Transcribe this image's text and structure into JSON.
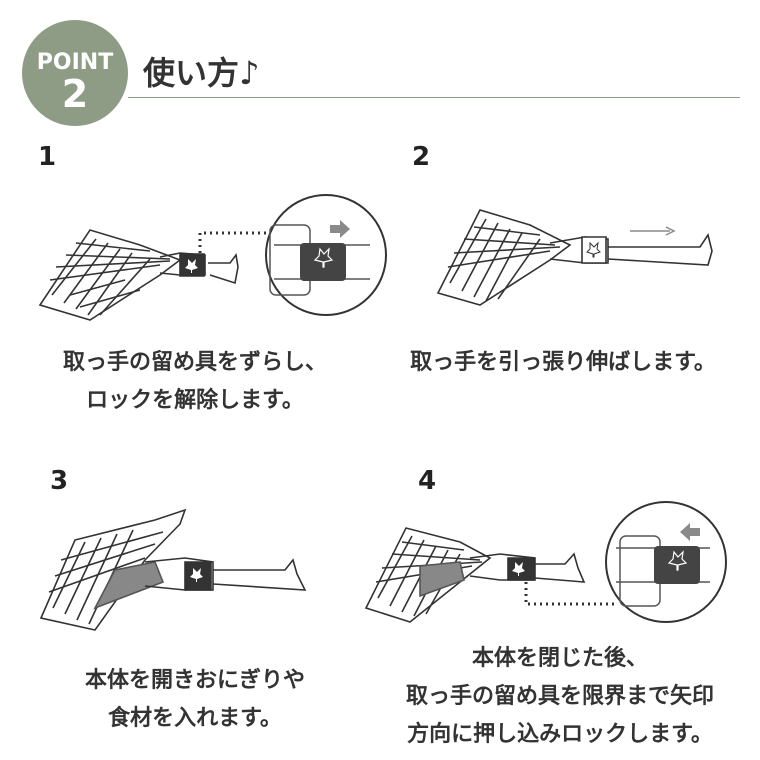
{
  "header": {
    "badge_label": "POINT",
    "badge_number": "2",
    "title": "使い方♪"
  },
  "steps": [
    {
      "number": "1",
      "caption_lines": [
        "取っ手の留め具をずらし、",
        "ロックを解除します。"
      ]
    },
    {
      "number": "2",
      "caption_lines": [
        "取っ手を引っ張り伸ばします。"
      ]
    },
    {
      "number": "3",
      "caption_lines": [
        "本体を開きおにぎりや",
        "食材を入れます。"
      ]
    },
    {
      "number": "4",
      "caption_lines": [
        "本体を閉じた後、",
        "取っ手の留め具を限界まで矢印",
        "方向に押し込みロックします。"
      ]
    }
  ],
  "colors": {
    "badge": "#8e9c86",
    "text": "#333333",
    "line": "#333333",
    "arrow": "#8a8a8a"
  }
}
